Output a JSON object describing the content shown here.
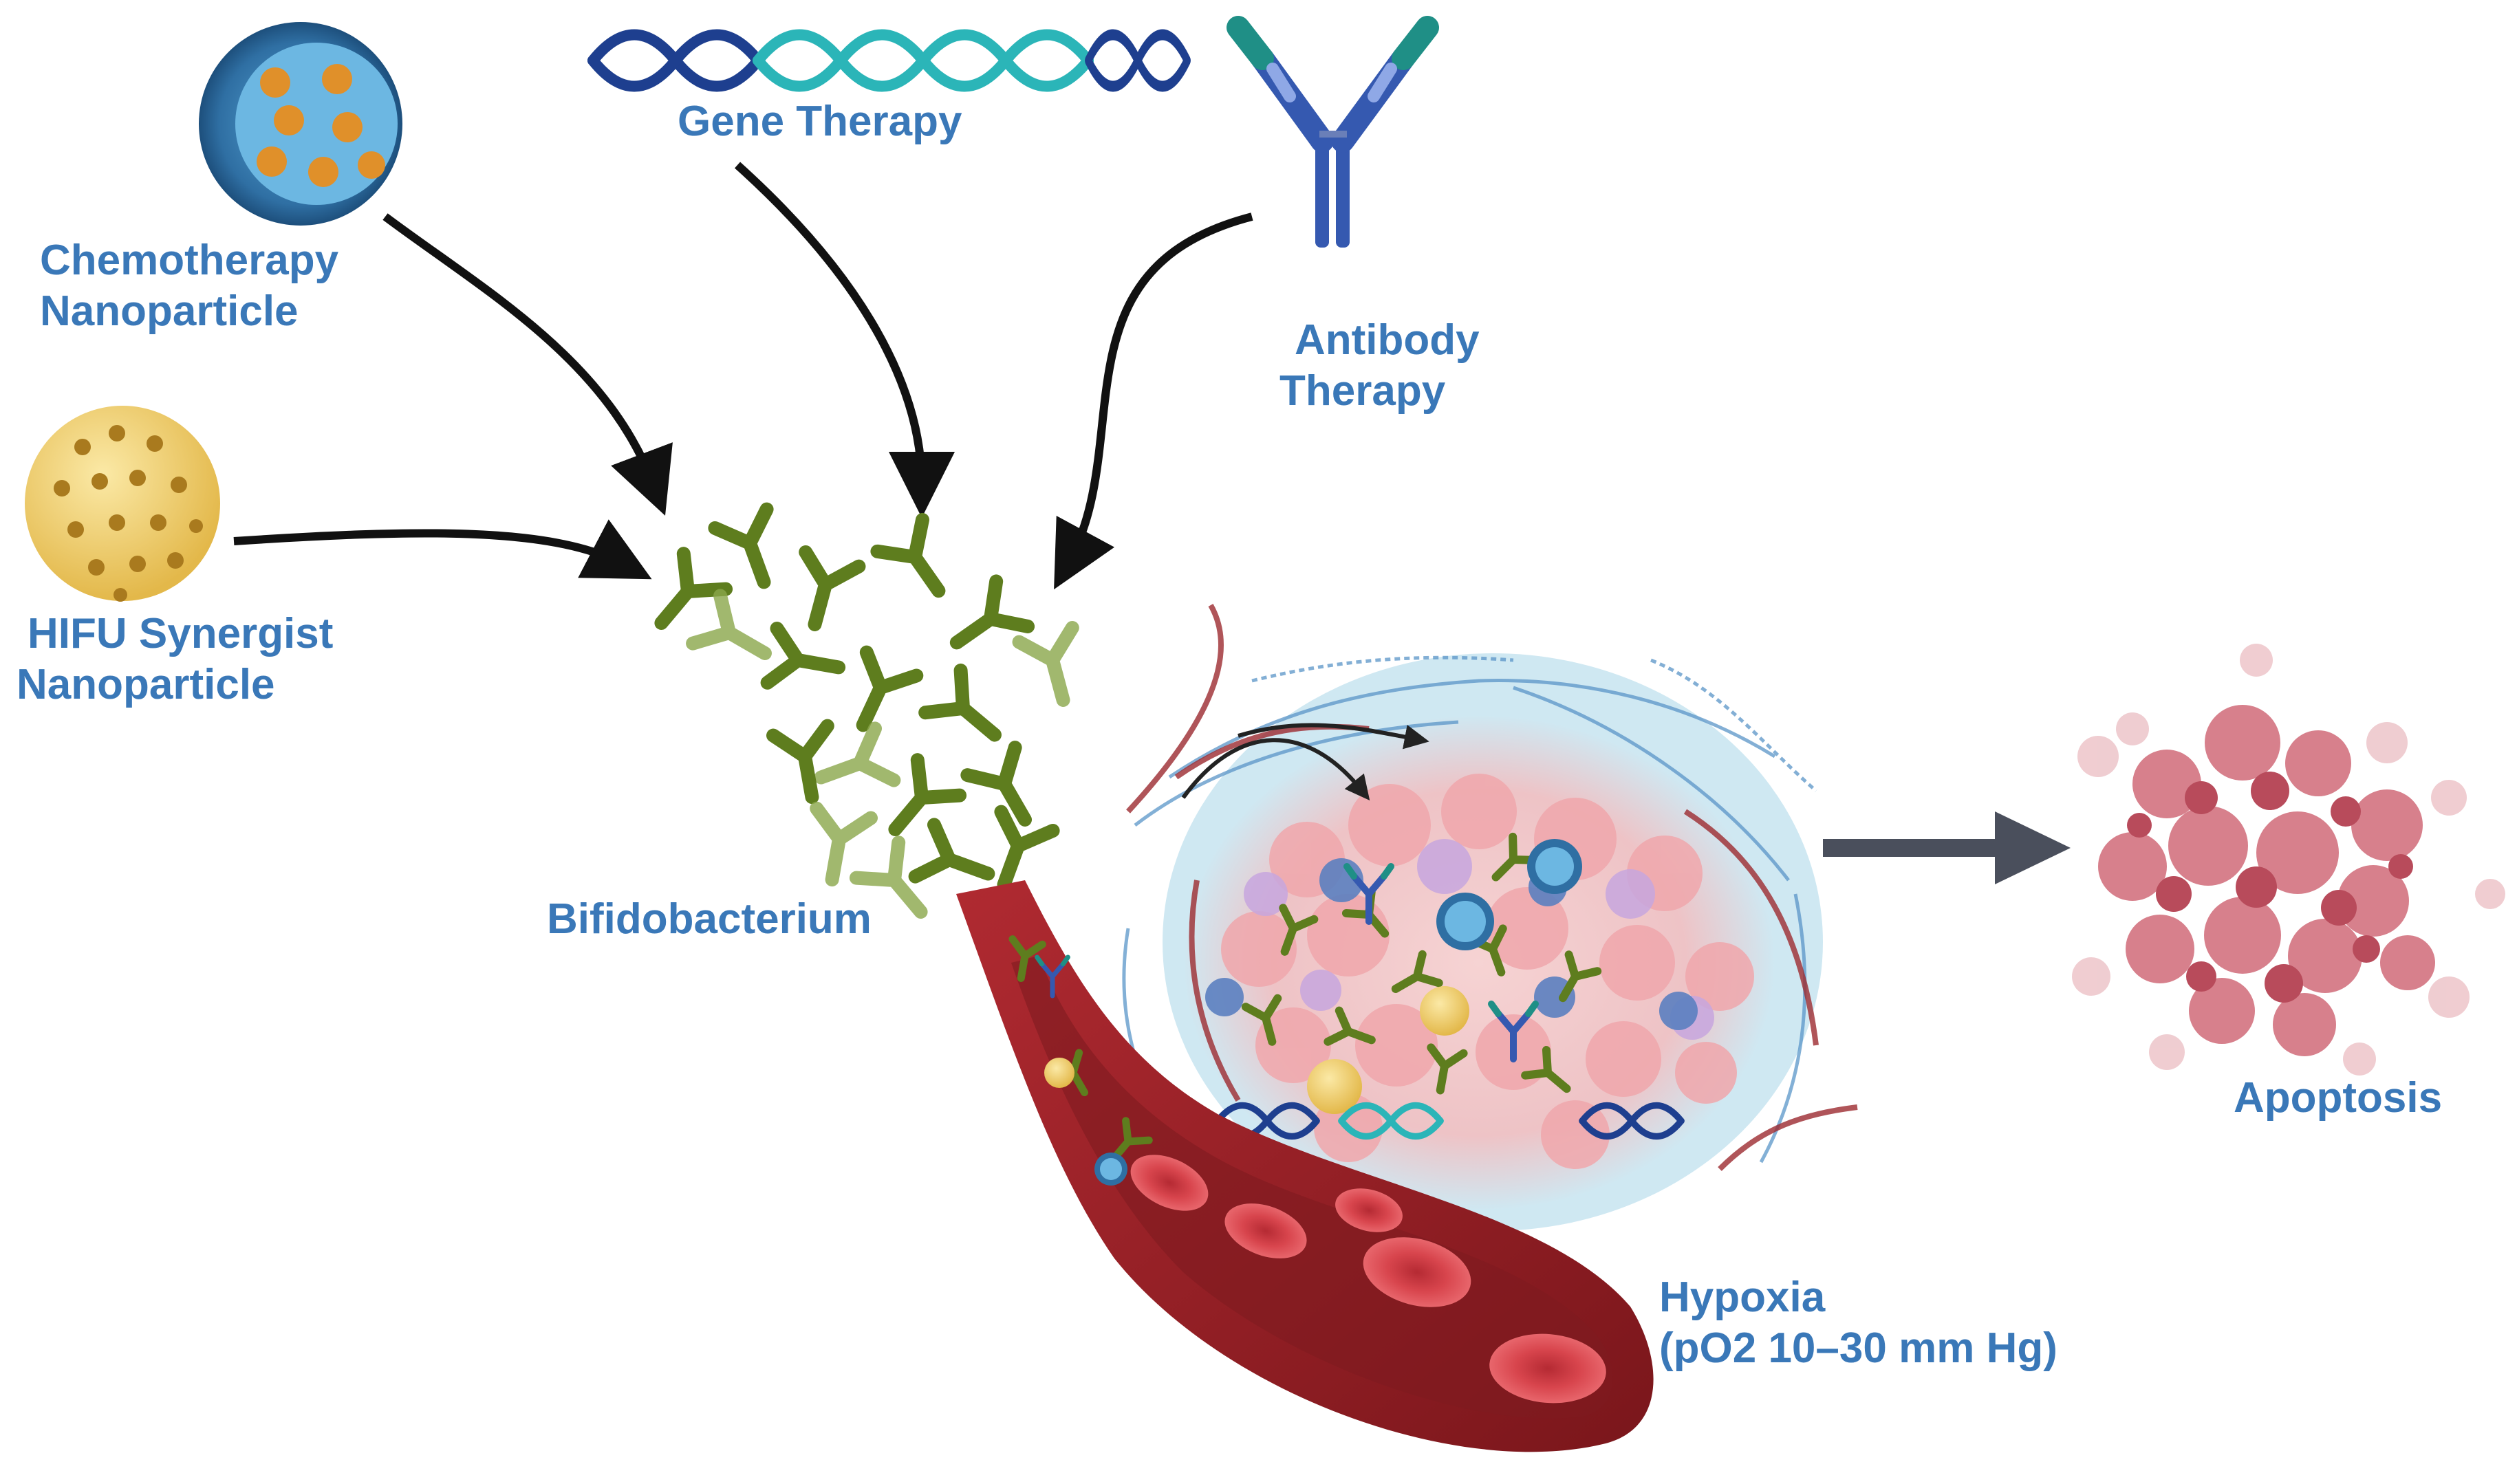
{
  "labels": {
    "chemotherapy": [
      "Chemotherapy",
      "Nanoparticle"
    ],
    "gene_therapy": "Gene Therapy",
    "antibody": [
      "Antibody",
      "Therapy"
    ],
    "hifu": [
      "HIFU Synergist",
      "Nanoparticle"
    ],
    "bifidobacterium": "Bifidobacterium",
    "hypoxia": [
      "Hypoxia",
      "(pO2 10–30 mm Hg)"
    ],
    "apoptosis": "Apoptosis"
  },
  "colors": {
    "label_text": "#3a78b8",
    "arrow": "#111111",
    "output_arrow": "#4a4f5c",
    "bacteria": "#5e7d1e",
    "bacteria_light": "#8aa64a",
    "vessel": "#8c1c22",
    "red_cell": "#d8454d",
    "tumor_halo": "#cfe8f2",
    "tumor_cells": "#f2b6b6",
    "apoptosis": "#c85a68",
    "dna_dark": "#1e3f8f",
    "dna_teal": "#2bb5b8",
    "antibody_blue": "#3559b0",
    "antibody_teal": "#1f8f86",
    "chemo_shell": "#2f6fa3",
    "chemo_core": "#e0902a",
    "hifu_shell": "#f1d170",
    "hifu_dots": "#a97a1e"
  },
  "icons": [
    "chemotherapy-nanoparticle-icon",
    "dna-helix-icon",
    "antibody-icon",
    "hifu-nanoparticle-icon",
    "bifidobacterium-icon",
    "blood-vessel-icon",
    "tumor-icon",
    "apoptosis-cell-icon"
  ]
}
